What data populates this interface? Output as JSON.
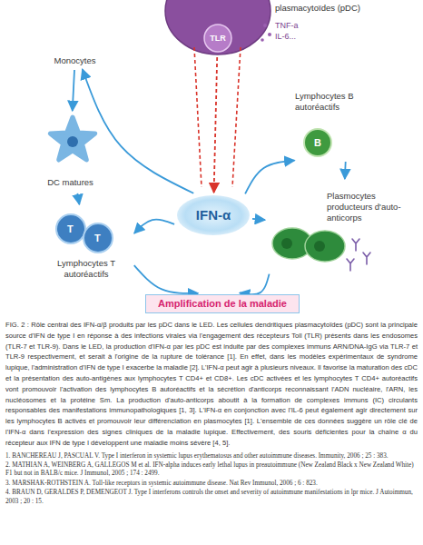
{
  "diagram": {
    "caption": "FIG. 2 : Rôle central des IFN-α/β produits par les pDC dans le LED. Les cellules dendritiques plasmacytoïdes (pDC) sont la principale source d'IFN de type I en réponse à des infections virales via l'engagement des récepteurs Toll (TLR) présents dans les endosomes (TLR-7 et TLR-9). Dans le LED, la production d'IFN-α par les pDC est induite par des complexes immuns ARN/DNA-IgG via TLR-7 et TLR-9 respectivement, et serait à l'origine de la rupture de tolérance [1]. En effet, dans les modèles expérimentaux de syndrome lupique, l'administration d'IFN de type I exacerbe la maladie [2]. L'IFN-α peut agir à plusieurs niveaux. Il favorise la maturation des cDC et la présentation des auto-antigènes aux lymphocytes T CD4+ et CD8+. Les cDC activées et les lymphocytes T CD4+ autoréactifs vont promouvoir l'activation des lymphocytes B autoréactifs et la sécrétion d'anticorps reconnaissant l'ADN nucléaire, l'ARN, les nucléosomes et la protéine Sm. La production d'auto-anticorps aboutit à la formation de complexes immuns (IC) circulants responsables des manifestations immunopathologiques [1, 3]. L'IFN-α en conjonction avec l'IL-6 peut également agir directement sur les lymphocytes B activés et promouvoir leur différenciation en plasmocytes [1]. L'ensemble de ces données suggère un rôle clé de l'IFN-α dans l'expression des signes cliniques de la maladie lupique. Effectivement, des souris déficientes pour la chaîne α du récepteur aux IFN de type I développent une maladie moins sévère [4, 5].",
    "nodes": [
      {
        "text": [
          "plasmacytoïdes (pDC)",
          "TLR"
        ]
      },
      {
        "text": [
          "Monocytes"
        ]
      },
      {
        "text": [
          "IFN-α"
        ]
      },
      {
        "text": [
          "Lymphocytes B autoréactifs"
        ]
      },
      {
        "text": [
          "DC matures"
        ]
      },
      {
        "text": [
          "Lymphocytes T autoréactifs"
        ]
      },
      {
        "text": [
          "Plasmocytes producteurs d'auto-anticorps"
        ]
      },
      {
        "text": [
          "Amplification de la maladie"
        ]
      }
    ],
    "edges": [
      {
        "from": 0,
        "to": 2,
        "arrow": "to"
      },
      {
        "from": 2,
        "to": 1,
        "arrow": "to"
      },
      {
        "from": 1,
        "to": 4,
        "arrow": "to"
      },
      {
        "from": 2,
        "to": 3,
        "arrow": "to"
      },
      {
        "from": 2,
        "to": 5,
        "arrow": "to"
      },
      {
        "from": 4,
        "to": 5,
        "arrow": "to"
      },
      {
        "from": 2,
        "to": 6,
        "arrow": "to"
      },
      {
        "from": 3,
        "to": 6,
        "arrow": "to"
      },
      {
        "from": 5,
        "to": 7,
        "arrow": "to"
      },
      {
        "from": 6,
        "to": 7,
        "arrow": "to"
      }
    ],
    "labels": [
      "TNF-a",
      "IL-6...",
      "T",
      "T",
      "B",
      "1. BANCHEREAU J, PASCUAL V. Type I interferon in systemic lupus erythematosus and other autoimmune diseases. Immunity, 2006 ; 25 : 383.",
      "2. MATHIAN A, WEINBERG A, GALLEGOS M et al. IFN-alpha induces early lethal lupus in preautoimmune (New Zealand Black x New Zealand White) F1 but not in BALB/c mice. J Immunol, 2005 ; 174 : 2499.",
      "3. MARSHAK-ROTHSTEIN A. Toll-like receptors in systemic autoimmune disease. Nat Rev Immunol, 2006 ; 6 : 823.",
      "4. BRAUN D, GERALDES P, DEMENGEOT J. Type I interferons controls the onset and severity of autoimmune manifestations in lpr mice. J Autoimmun, 2003 ; 20 : 15."
    ]
  }
}
